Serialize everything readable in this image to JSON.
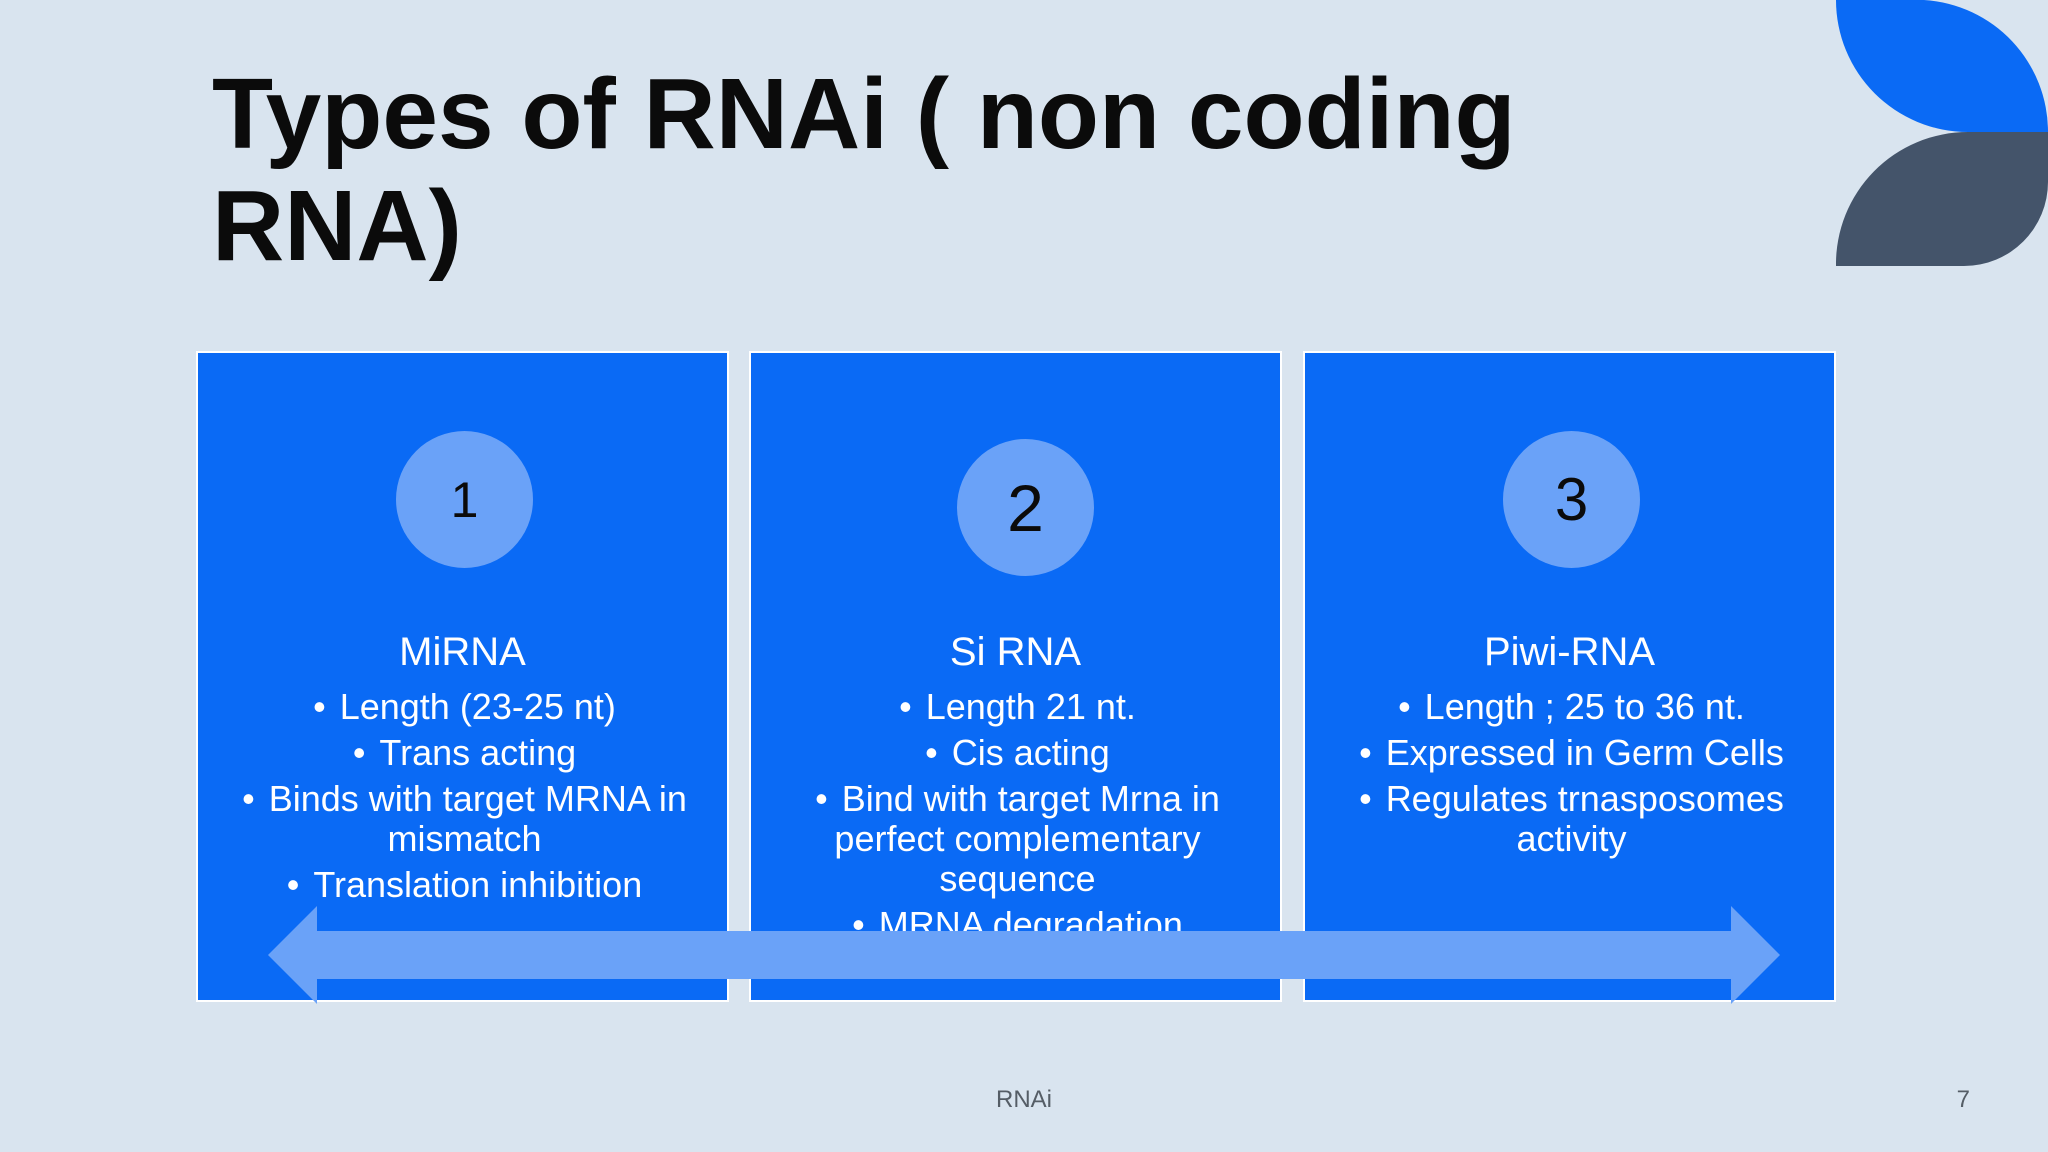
{
  "slide": {
    "title": "Types of RNAi ( non coding RNA)",
    "footer": "RNAi",
    "page_number": "7"
  },
  "cards": [
    {
      "number": "1",
      "heading": "MiRNA",
      "bullets": [
        "Length (23-25 nt)",
        "Trans acting",
        "Binds with target MRNA in mismatch",
        "Translation inhibition"
      ]
    },
    {
      "number": "2",
      "heading": "Si RNA",
      "bullets": [
        "Length 21 nt.",
        "Cis acting",
        "Bind with target Mrna in perfect complementary sequence",
        "MRNA degradation"
      ]
    },
    {
      "number": "3",
      "heading": "Piwi-RNA",
      "bullets": [
        "Length ; 25 to 36 nt.",
        "Expressed in Germ Cells",
        "Regulates trnasposomes activity"
      ]
    }
  ],
  "colors": {
    "background": "#d9e4ef",
    "card": "#0a6af5",
    "circle": "#6aa2f8",
    "arrow": "#6aa2f8",
    "deco_blue": "#0a6af5",
    "deco_slate": "#44546a"
  },
  "icons": {
    "corner_decoration": "leaf-shapes-icon",
    "arrow": "double-headed-arrow-icon"
  }
}
